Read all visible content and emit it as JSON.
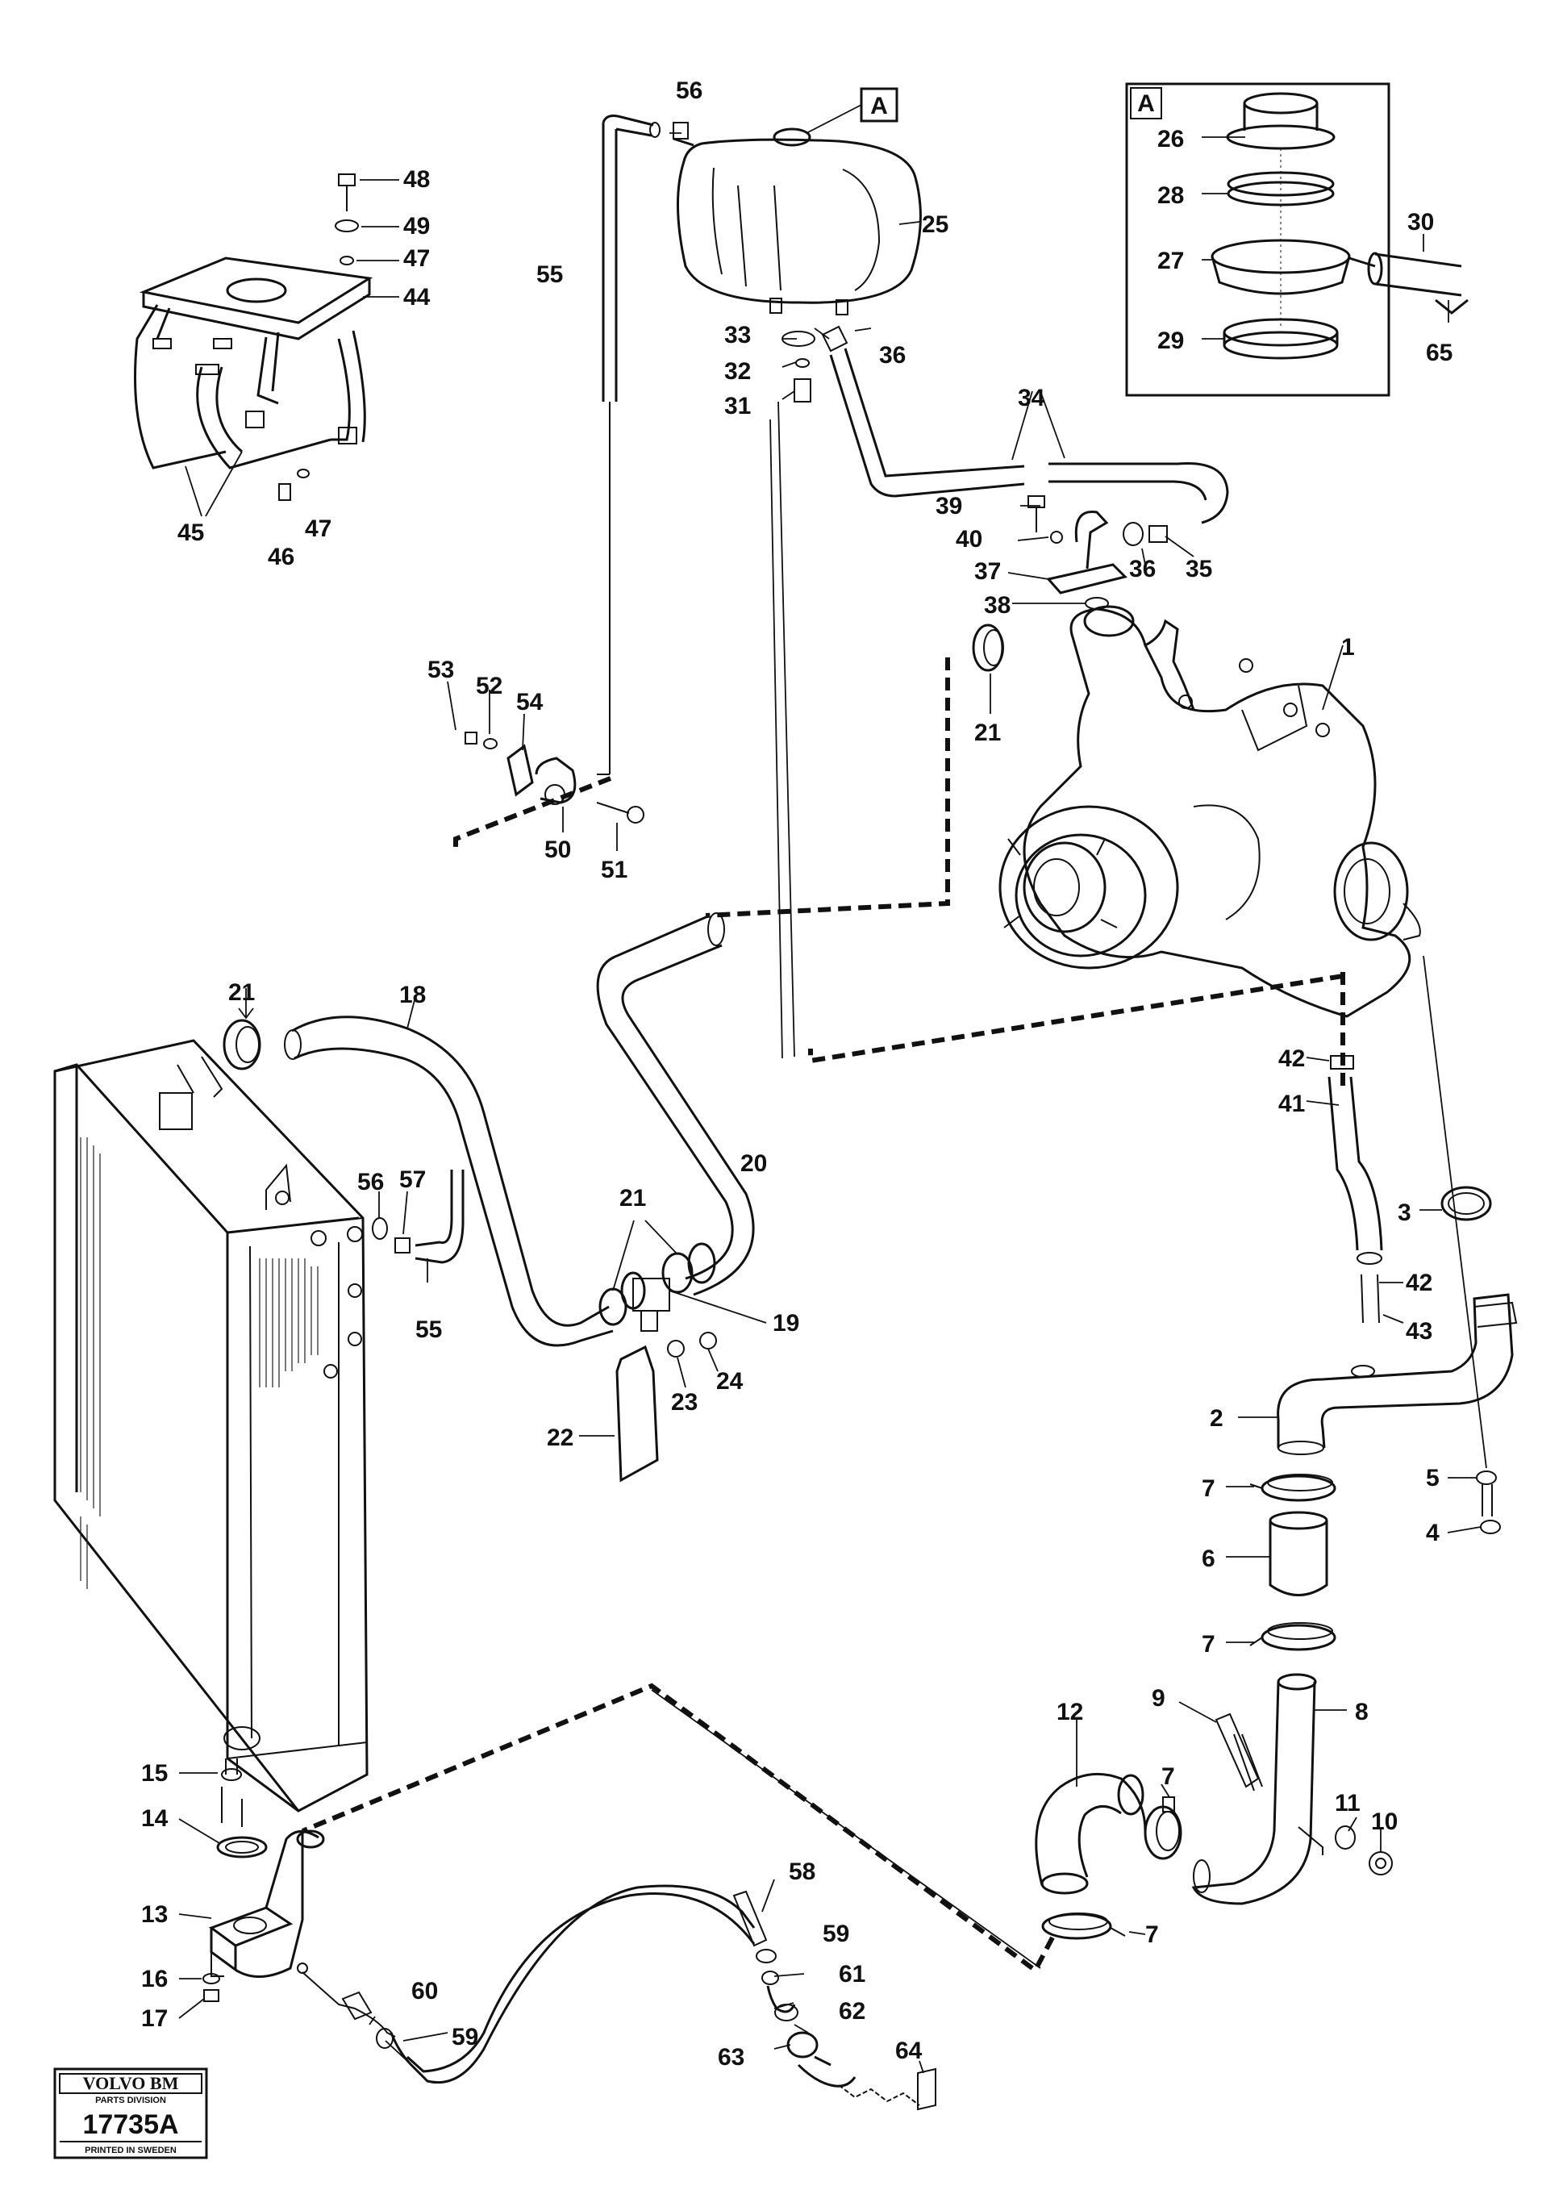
{
  "detail_marker": "A",
  "labels": {
    "l1": "1",
    "l2": "2",
    "l3": "3",
    "l4": "4",
    "l5": "5",
    "l6": "6",
    "l7a": "7",
    "l7b": "7",
    "l7c": "7",
    "l7d": "7",
    "l8": "8",
    "l9": "9",
    "l10": "10",
    "l11": "11",
    "l12": "12",
    "l13": "13",
    "l14": "14",
    "l15": "15",
    "l16": "16",
    "l17": "17",
    "l18": "18",
    "l19": "19",
    "l20": "20",
    "l21a": "21",
    "l21b": "21",
    "l21c": "21",
    "l22": "22",
    "l23": "23",
    "l24": "24",
    "l25": "25",
    "l26": "26",
    "l27": "27",
    "l28": "28",
    "l29": "29",
    "l30": "30",
    "l31": "31",
    "l32": "32",
    "l33": "33",
    "l34": "34",
    "l35": "35",
    "l36a": "36",
    "l36b": "36",
    "l37": "37",
    "l38": "38",
    "l39": "39",
    "l40": "40",
    "l41": "41",
    "l42a": "42",
    "l42b": "42",
    "l43": "43",
    "l44": "44",
    "l45": "45",
    "l46": "46",
    "l47a": "47",
    "l47b": "47",
    "l48": "48",
    "l49": "49",
    "l50": "50",
    "l51": "51",
    "l52": "52",
    "l53": "53",
    "l54": "54",
    "l55a": "55",
    "l55b": "55",
    "l56a": "56",
    "l56b": "56",
    "l57": "57",
    "l58": "58",
    "l59a": "59",
    "l59b": "59",
    "l60": "60",
    "l61": "61",
    "l62": "62",
    "l63": "63",
    "l64": "64",
    "l65": "65"
  },
  "stamp": {
    "brand": "VOLVO BM",
    "division": "PARTS DIVISION",
    "number": "17735A",
    "printed": "PRINTED IN SWEDEN"
  }
}
